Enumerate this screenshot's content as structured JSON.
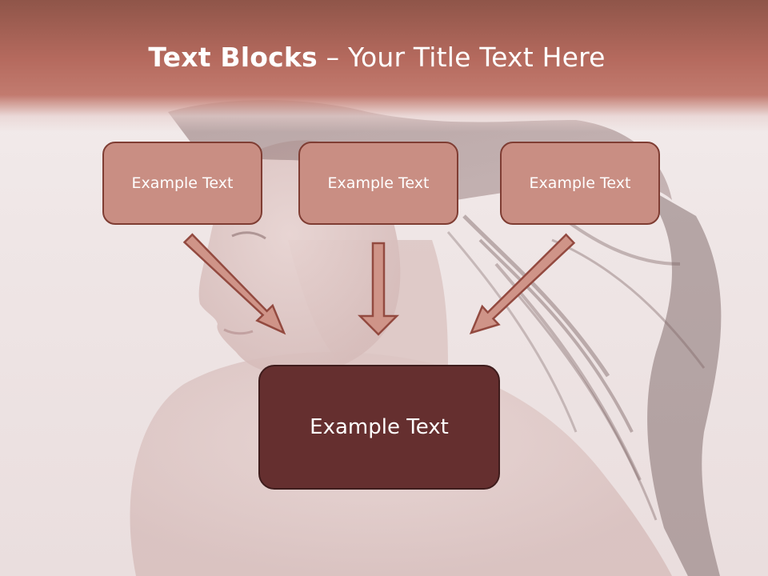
{
  "title": {
    "bold": "Text Blocks",
    "separator": " – ",
    "rest": "Your Title Text Here"
  },
  "blocks": {
    "left": "Example Text",
    "center": "Example Text",
    "right": "Example Text",
    "bottom": "Example Text"
  },
  "colors": {
    "header": "#b56a5e",
    "small_box_fill": "#c98e83",
    "small_box_border": "#7f3d33",
    "big_box_fill": "#652f2f",
    "arrow_fill": "#cf9488",
    "arrow_stroke": "#934a40"
  }
}
